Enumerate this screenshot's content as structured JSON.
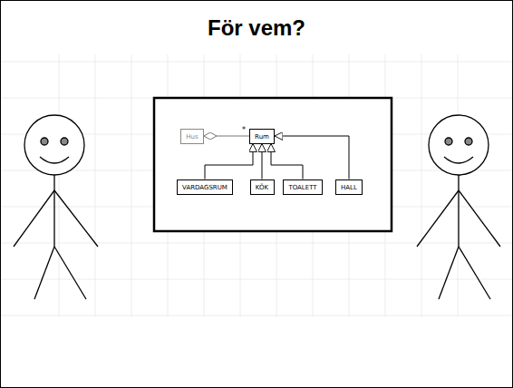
{
  "diagram": {
    "title": "För vem?",
    "nodes": [
      {
        "text": [
          "Hus"
        ]
      },
      {
        "text": [
          "Rum"
        ]
      },
      {
        "text": [
          "VARDAGSRUM"
        ]
      },
      {
        "text": [
          "KÖK"
        ]
      },
      {
        "text": [
          "TOALETT"
        ]
      },
      {
        "text": [
          "HALL"
        ]
      }
    ],
    "edges": [
      {
        "from": 1,
        "to": 0,
        "label": "*",
        "arrow": "to"
      },
      {
        "from": 2,
        "to": 1,
        "arrow": "to"
      },
      {
        "from": 3,
        "to": 1,
        "arrow": "to"
      },
      {
        "from": 4,
        "to": 1,
        "arrow": "to"
      },
      {
        "from": 5,
        "to": 1,
        "arrow": "to"
      }
    ]
  }
}
